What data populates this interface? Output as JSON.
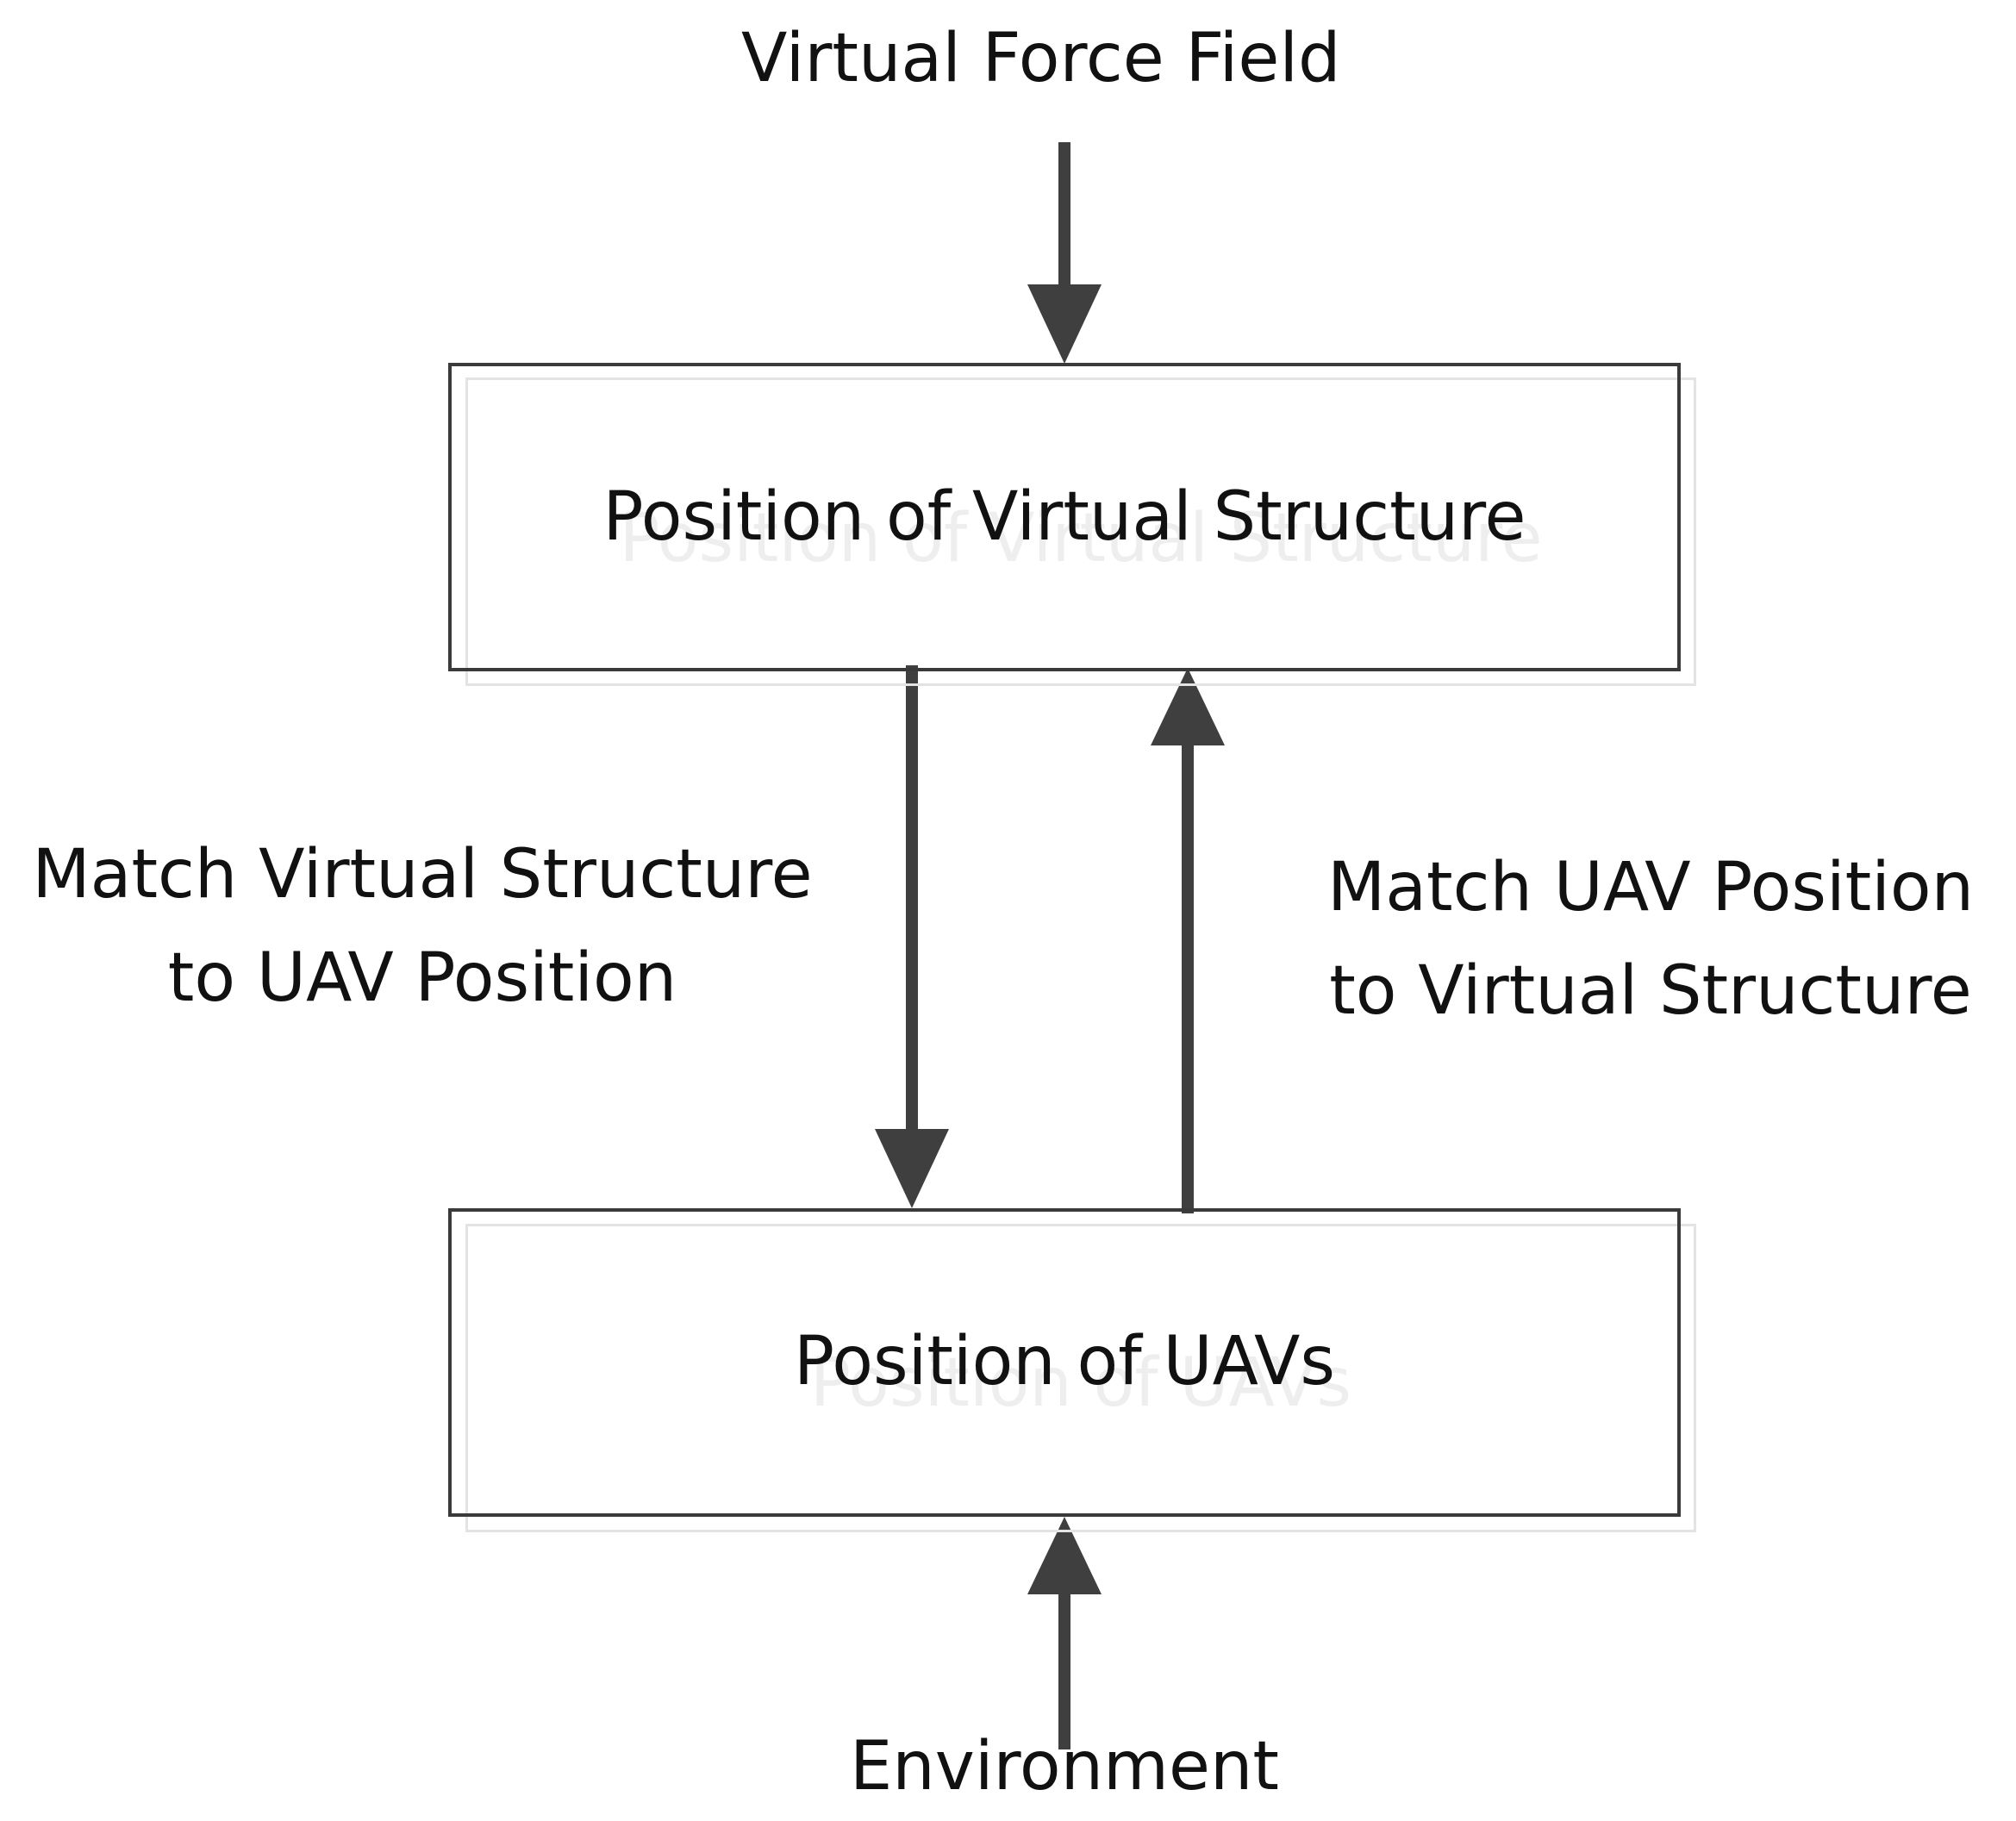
{
  "inputs": {
    "top": "Virtual Force Field",
    "bottom": "Environment"
  },
  "nodes": {
    "virtual_structure": "Position of Virtual Structure",
    "uavs": "Position of UAVs"
  },
  "edges": {
    "left_line1": "Match Virtual Structure",
    "left_line2": "to UAV Position",
    "right_line1": "Match UAV Position",
    "right_line2": "to Virtual Structure"
  },
  "colors": {
    "arrow": "#3f3f3f",
    "box_border": "#3a3a3a",
    "box_shadow": "#e3e3e3",
    "text": "#111111"
  }
}
